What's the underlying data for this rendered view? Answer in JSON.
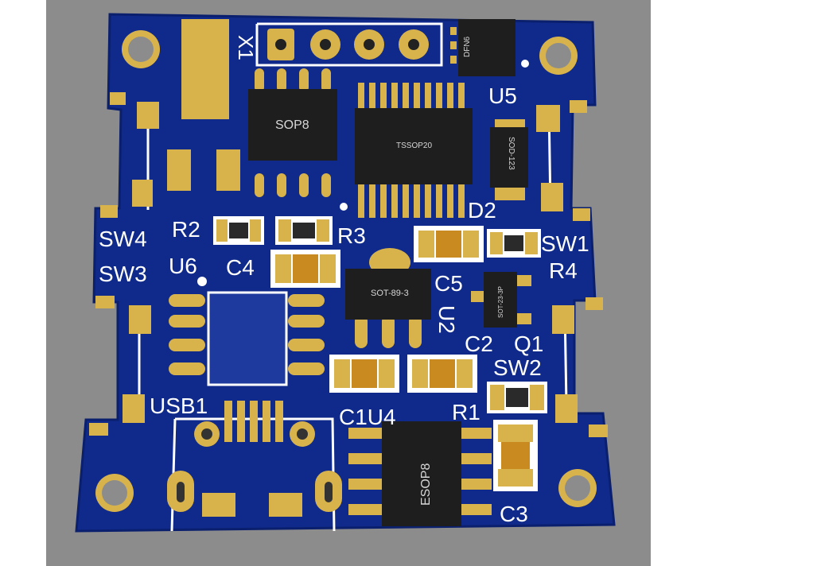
{
  "colors": {
    "background": "#8c8c8c",
    "board": "#0f2a8a",
    "board_edge": "#0a1f6e",
    "pad_gold": "#d8b24a",
    "silkscreen": "#ffffff",
    "chip_body": "#1e1e1e"
  },
  "silk_labels": {
    "x1": "X1",
    "u5": "U5",
    "d2": "D2",
    "sw1": "SW1",
    "r4": "R4",
    "sw4": "SW4",
    "sw3": "SW3",
    "r2": "R2",
    "r3": "R3",
    "u6": "U6",
    "c4": "C4",
    "c5": "C5",
    "u2": "U2",
    "c2": "C2",
    "q1": "Q1",
    "sw2": "SW2",
    "usb1": "USB1",
    "c1_u4": "C1U4",
    "r1": "R1",
    "c3": "C3"
  },
  "chip_labels": {
    "sop8": "SOP8",
    "tssop20": "TSSOP20",
    "dfn6": "DFN6",
    "sod123": "SOD-123",
    "sot89": "SOT-89-3",
    "sot23": "SOT-23-3P",
    "esop8": "ESOP8"
  }
}
